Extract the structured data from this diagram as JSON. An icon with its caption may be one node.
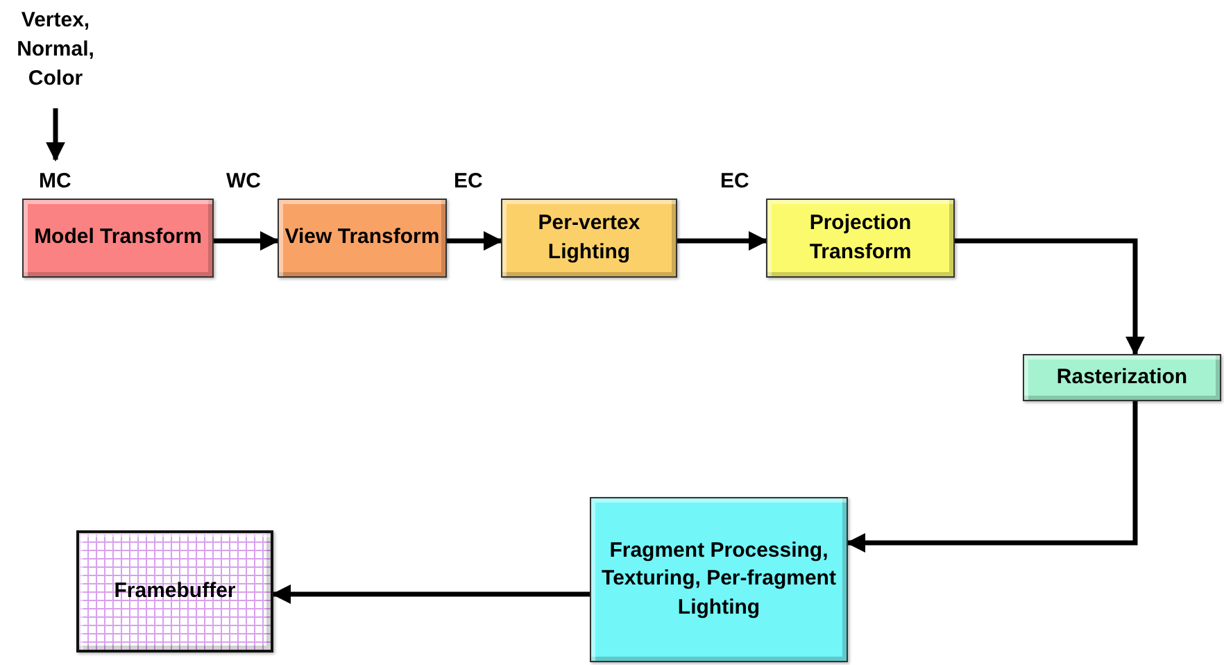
{
  "diagram": {
    "nodes": [
      {
        "text": [
          "Vertex, Normal, Color"
        ]
      },
      {
        "text": [
          "Model Transform"
        ]
      },
      {
        "text": [
          "View Transform"
        ]
      },
      {
        "text": [
          "Per-vertex Lighting"
        ]
      },
      {
        "text": [
          "Projection Transform"
        ]
      },
      {
        "text": [
          "Rasterization"
        ]
      },
      {
        "text": [
          "Fragment Processing, Texturing, Per-fragment Lighting"
        ]
      },
      {
        "text": [
          "Framebuffer"
        ]
      }
    ],
    "edges": [
      {
        "from": 0,
        "to": 1,
        "arrow": "to"
      },
      {
        "from": 1,
        "to": 2,
        "arrow": "to"
      },
      {
        "from": 2,
        "to": 3,
        "arrow": "to"
      },
      {
        "from": 3,
        "to": 4,
        "arrow": "to"
      },
      {
        "from": 4,
        "to": 5,
        "arrow": "to"
      },
      {
        "from": 5,
        "to": 6,
        "arrow": "to"
      },
      {
        "from": 6,
        "to": 7,
        "arrow": "to"
      }
    ],
    "labels": [
      "MC",
      "WC",
      "EC",
      "EC"
    ]
  }
}
